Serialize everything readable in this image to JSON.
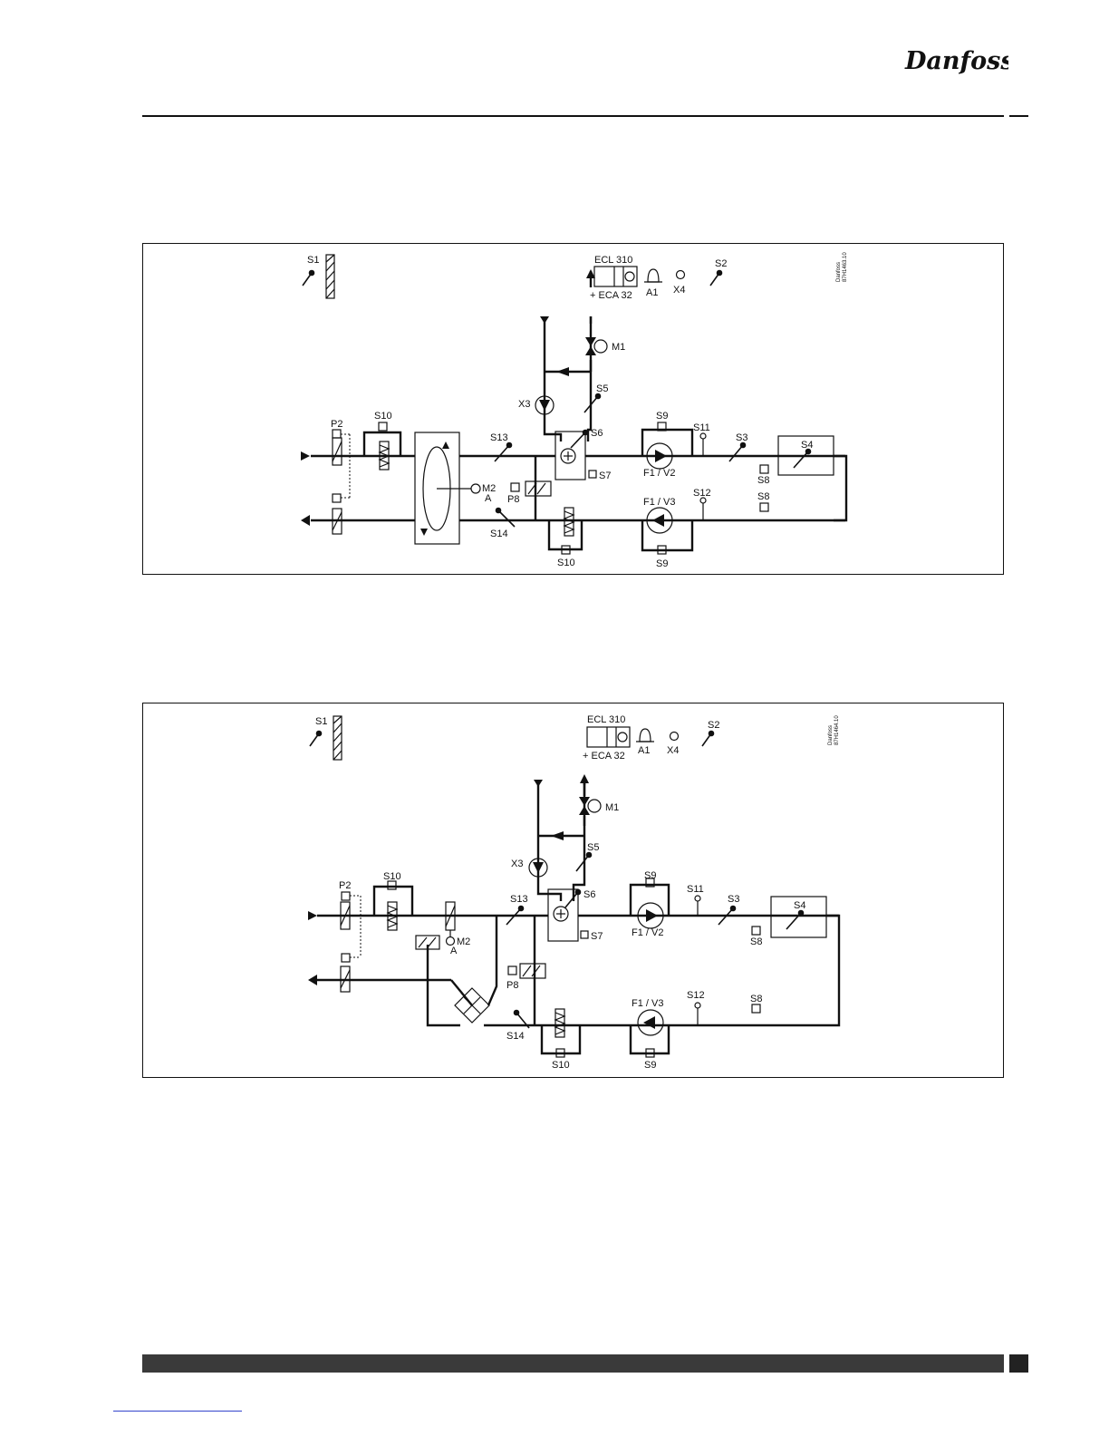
{
  "brand": {
    "name": "Danfoss",
    "color": "#d0021b"
  },
  "footer_bar_color": "#3a3a3a",
  "diagram1": {
    "controller": "ECL 310",
    "module": "+ ECA 32",
    "drawing_id_1": "Danfoss",
    "drawing_id_2": "87H1463.10",
    "labels": {
      "s1": "S1",
      "s2": "S2",
      "s3": "S3",
      "s4": "S4",
      "s5": "S5",
      "s6": "S6",
      "s7": "S7",
      "s8a": "S8",
      "s8b": "S8",
      "s9a": "S9",
      "s9b": "S9",
      "s10a": "S10",
      "s10b": "S10",
      "s11": "S11",
      "s12": "S12",
      "s13": "S13",
      "s14": "S14",
      "a1": "A1",
      "x4": "X4",
      "x3": "X3",
      "m1": "M1",
      "m2": "M2",
      "a": "A",
      "p2": "P2",
      "p8": "P8",
      "f1v2": "F1 / V2",
      "f1v3": "F1 / V3"
    }
  },
  "diagram2": {
    "controller": "ECL 310",
    "module": "+ ECA 32",
    "drawing_id_1": "Danfoss",
    "drawing_id_2": "87H1464.10",
    "labels": {
      "s1": "S1",
      "s2": "S2",
      "s3": "S3",
      "s4": "S4",
      "s5": "S5",
      "s6": "S6",
      "s7": "S7",
      "s8a": "S8",
      "s8b": "S8",
      "s9a": "S9",
      "s9b": "S9",
      "s10a": "S10",
      "s10b": "S10",
      "s11": "S11",
      "s12": "S12",
      "s13": "S13",
      "s14": "S14",
      "a1": "A1",
      "x4": "X4",
      "x3": "X3",
      "m1": "M1",
      "m2": "M2",
      "a": "A",
      "p2": "P2",
      "p8": "P8",
      "f1v2": "F1 / V2",
      "f1v3": "F1 / V3"
    }
  }
}
